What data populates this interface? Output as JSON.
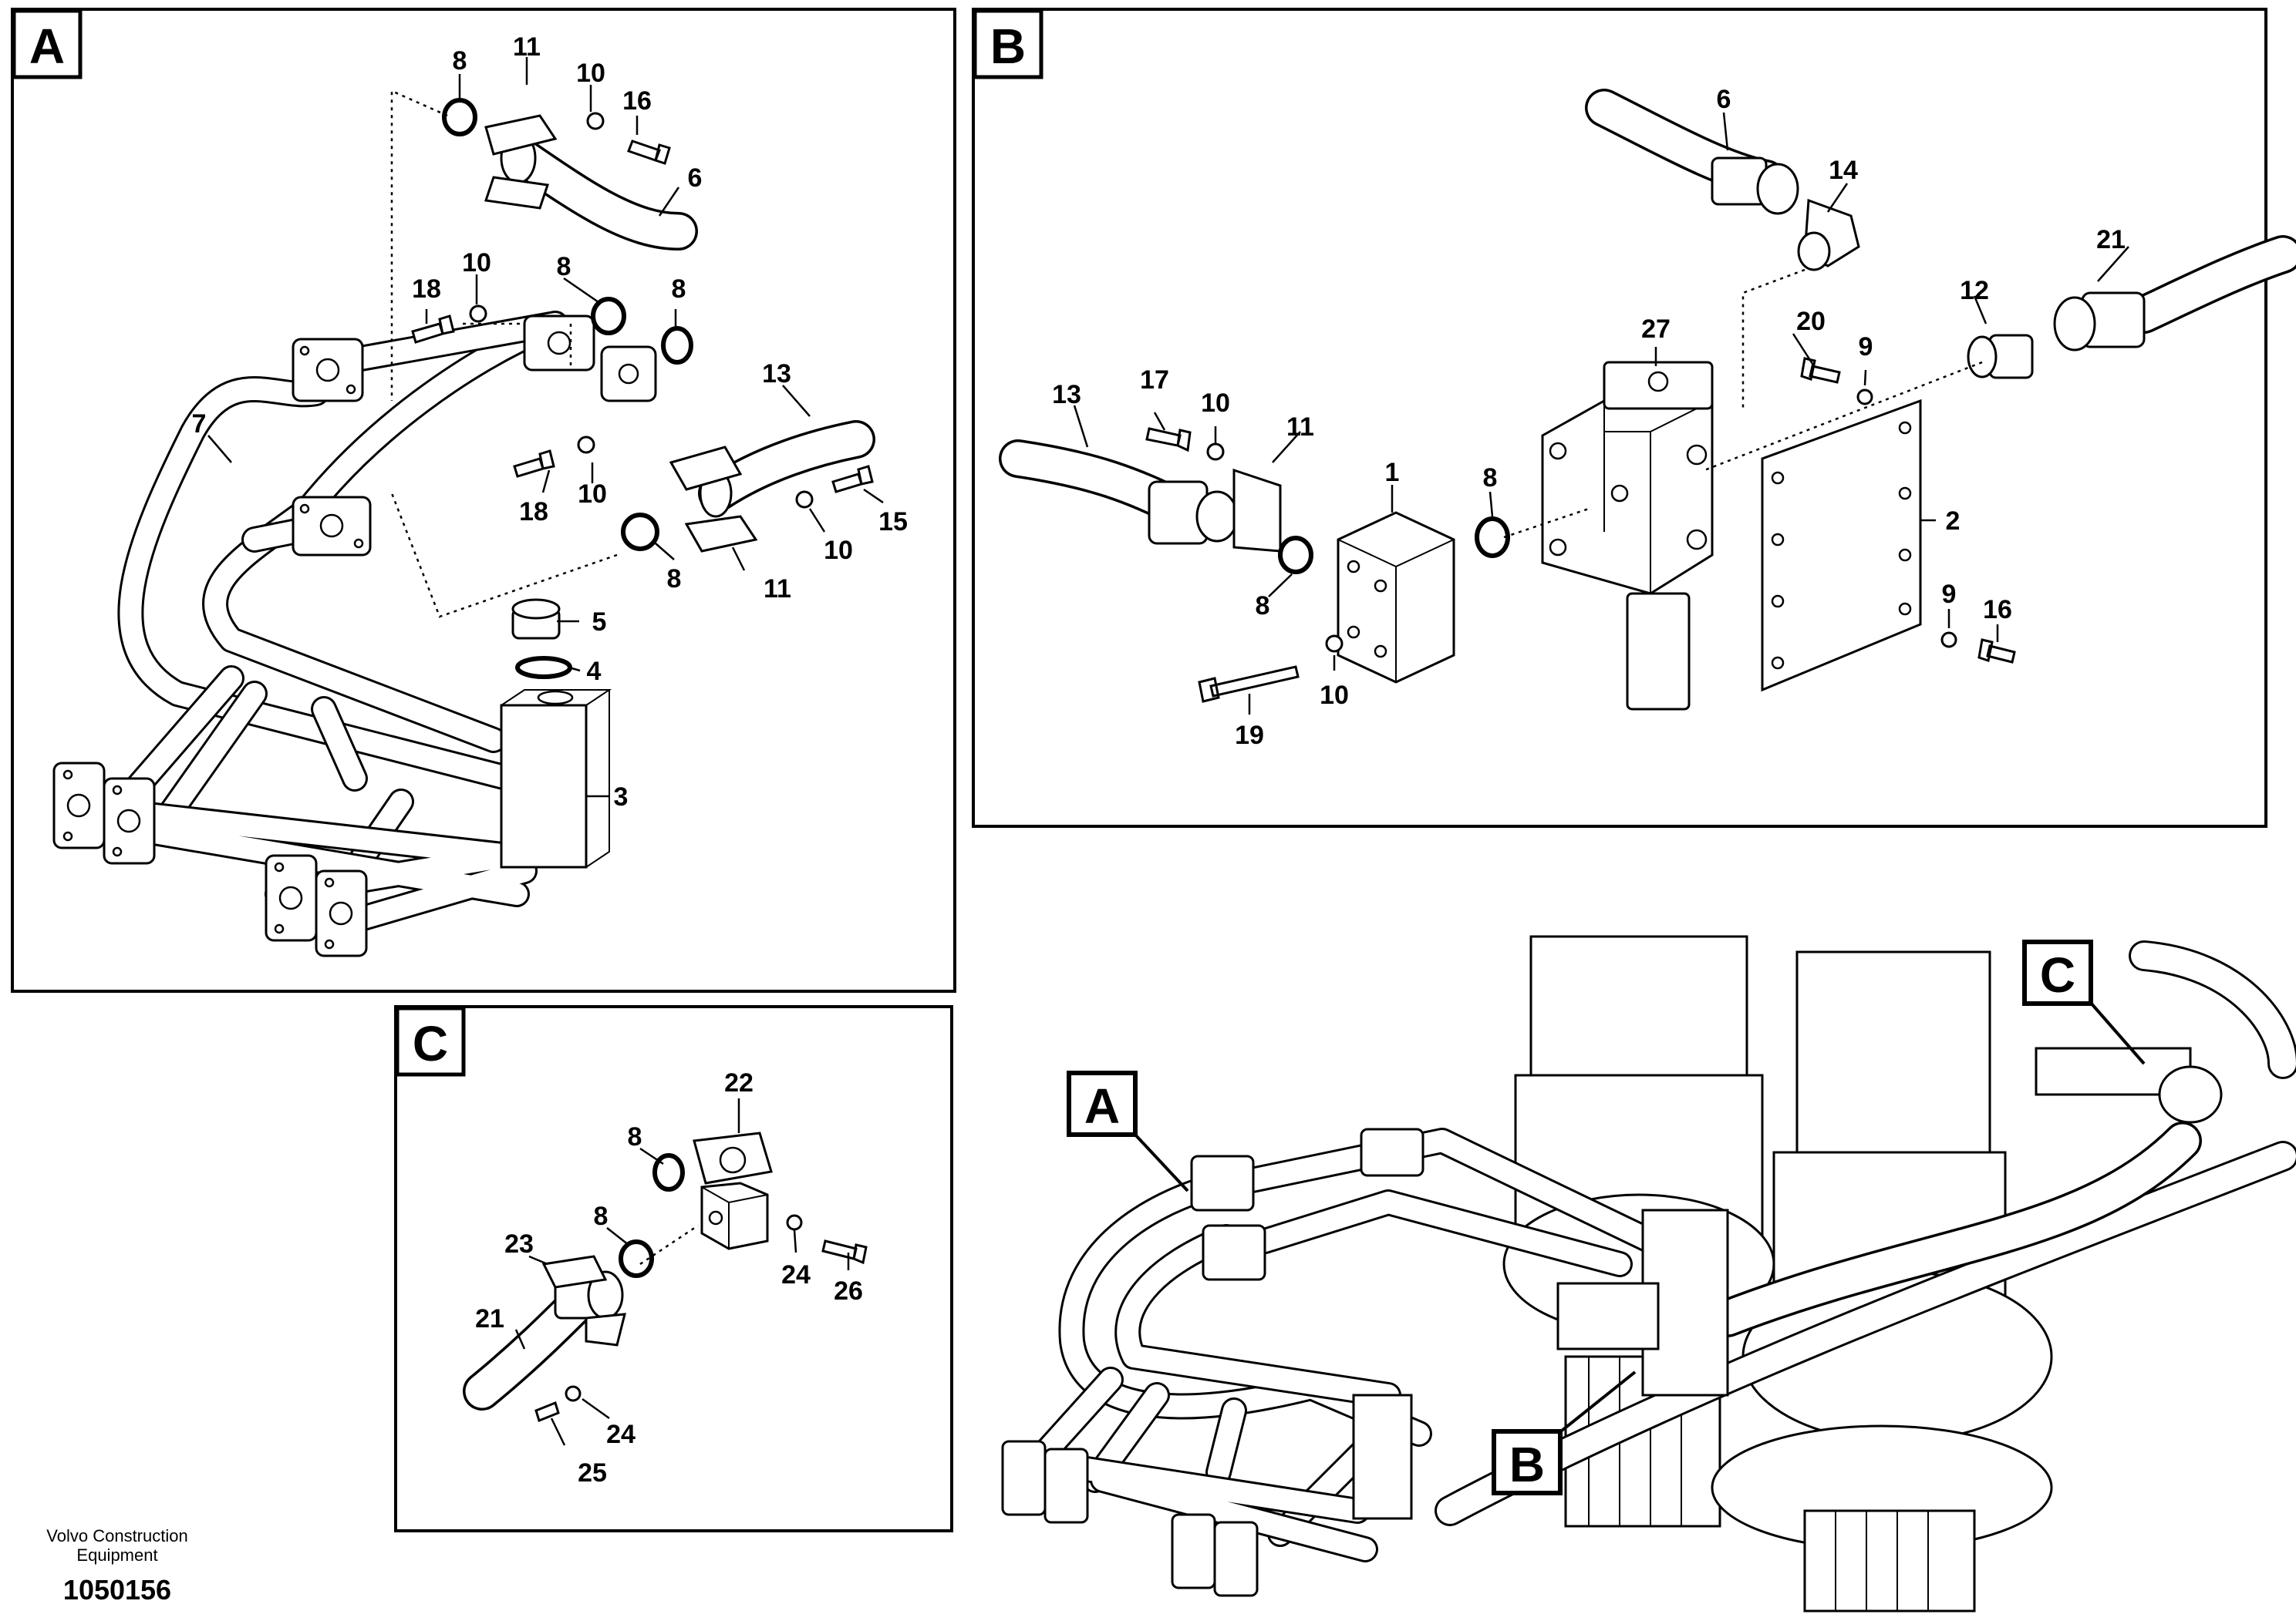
{
  "panels": {
    "A": {
      "label": "A"
    },
    "B": {
      "label": "B"
    },
    "C": {
      "label": "C"
    }
  },
  "overview_tags": {
    "A": "A",
    "B": "B",
    "C": "C"
  },
  "callouts_a": [
    "8",
    "11",
    "10",
    "16",
    "6",
    "18",
    "10",
    "8",
    "8",
    "7",
    "13",
    "18",
    "10",
    "15",
    "10",
    "11",
    "8",
    "5",
    "4",
    "3"
  ],
  "callouts_b": [
    "6",
    "14",
    "21",
    "12",
    "27",
    "20",
    "9",
    "17",
    "10",
    "11",
    "13",
    "1",
    "8",
    "2",
    "8",
    "9",
    "16",
    "10",
    "19"
  ],
  "callouts_c": [
    "22",
    "8",
    "8",
    "23",
    "24",
    "26",
    "21",
    "24",
    "25"
  ],
  "footer": {
    "company": "Volvo Construction",
    "company_line2": "Equipment",
    "drawing_number": "1050156"
  }
}
